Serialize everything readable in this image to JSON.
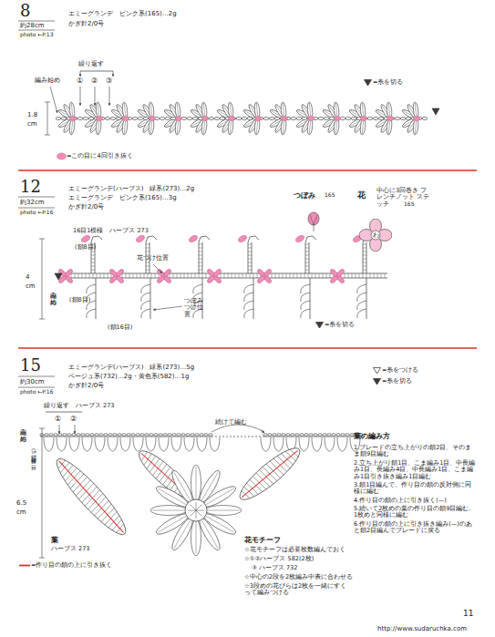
{
  "diagram": {
    "nodes": [
      {
        "text": [
          "わ"
        ]
      }
    ],
    "labels": [
      "8",
      "約28cm",
      "photo ←P.13",
      "エミーグランデ　ピンク系(165)…2g",
      "かぎ針2/0号",
      "繰り返す",
      "編み始め",
      "①",
      "②",
      "③",
      "1.8",
      "cm",
      "12",
      "約32cm",
      "photo ←P.16",
      "エミーグランデ(ハーブス)　緑系(273)…2g",
      "エミーグランデ　ピンク系(165)…3g",
      "かぎ針2/0号",
      "つぼみ",
      "165",
      "花",
      "中心に3回巻き フレンチノット ステッチ",
      "165",
      "16目1模様　ハーブス 273",
      "(鎖8目)",
      "花つけ位置",
      "4",
      "cm",
      "編み始め",
      "(鎖8目)",
      "つぼみ つけ位置",
      "(鎖16目)",
      "15",
      "約30cm",
      "photo ←P.16",
      "エミーグランデ(ハーブス)　緑系(273)…5g",
      "ベージュ系(732)…2g・黄色系(582)…1g",
      "かぎ針2/0号",
      "繰り返す　ハーブス 273",
      "①",
      "②",
      "編み始め",
      "(鎖5目作り目)",
      "続けて編む",
      "6.5",
      "cm",
      "葉",
      "ハーブス 273",
      "花モチーフ",
      "☆花モチーフは必要枚数編んでおく",
      "☆①②ハーブス 582(2枚)",
      "③ ハーブス 732",
      "☆中心の2段を2枚編み中表に合わせる",
      "☆3段めの花びらは2枚を一緒にすくって編みつける",
      "葉の編み方",
      "1.ブレードの立ち上がりの鎖2目、そのまま鎖9目編む",
      "2.立ち上がり鎖1目、こま編み1目、中長編み1目、長編み4目、中長編み1目、こま編み1目引き抜き編み1目編む",
      "3.鎖1目編んで、作り目の鎖の反対側に同様に編む",
      "4.作り目の鎖の上に引き抜く(—)",
      "5.続いて2枚めの葉の作り目の鎖9目編む。1枚めと同様に編む",
      "6.作り目の鎖の上に引き抜き編み(—)のあと鎖2目編んでブレードに戻る",
      "11",
      "http://www.sudaruchka.com"
    ],
    "legend": [
      {
        "text": "=この目に4回引き抜く",
        "color": "#f08cb8"
      },
      {
        "text": "=糸を切る"
      },
      {
        "text": "=糸を切る"
      },
      {
        "text": "=糸をつける"
      },
      {
        "text": "=糸を切る"
      },
      {
        "text": "=作り目の鎖の上に引き抜く"
      }
    ]
  }
}
